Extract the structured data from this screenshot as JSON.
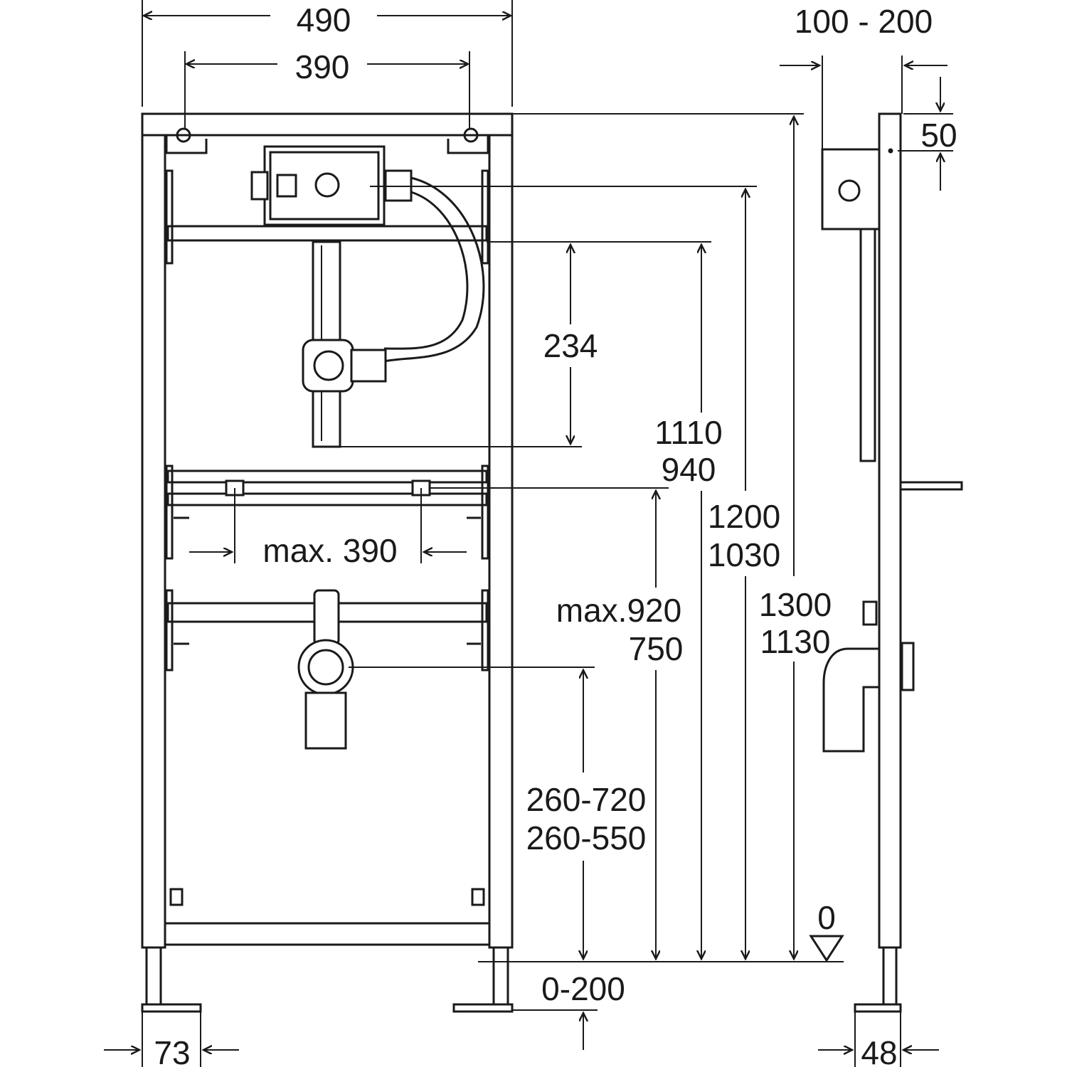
{
  "dimensions": {
    "overall_width": "490",
    "fixing_width": "390",
    "depth_range": "100 - 200",
    "top_offset": "50",
    "valve_spacing": "234",
    "valve_height_a": "1110",
    "valve_height_b": "940",
    "frame_height_a": "1200",
    "frame_height_b": "1030",
    "total_height_a": "1300",
    "total_height_b": "1130",
    "bracket_spacing": "max. 390",
    "bracket_height_a": "max.920",
    "bracket_height_b": "750",
    "outlet_height_a": "260-720",
    "outlet_height_b": "260-550",
    "zero_level": "0",
    "foot_adjust": "0-200",
    "foot_width_front": "73",
    "foot_width_side": "48"
  }
}
